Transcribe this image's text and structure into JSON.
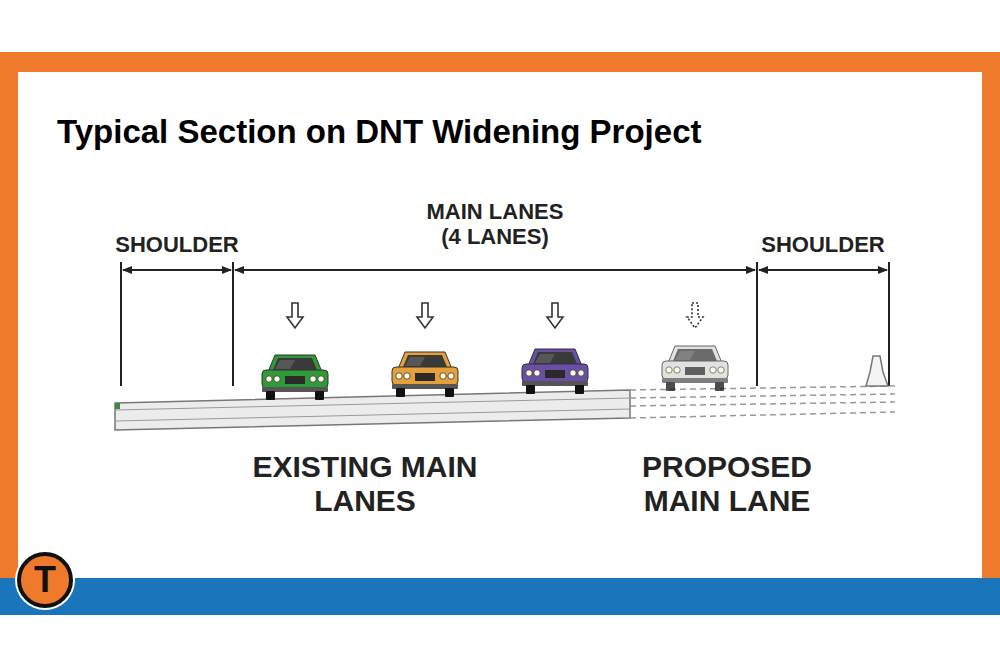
{
  "diagram": {
    "title": "Typical Section on DNT Widening Project",
    "nodes": [
      {
        "text": [
          "T"
        ]
      }
    ],
    "labels": [
      "SHOULDER",
      "MAIN LANES (4 LANES)",
      "SHOULDER",
      "EXISTING MAIN LANES",
      "PROPOSED MAIN LANE"
    ]
  }
}
